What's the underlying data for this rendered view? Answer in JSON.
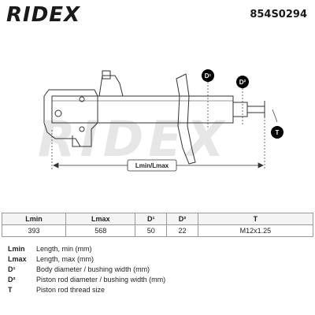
{
  "header": {
    "brand": "RIDEX",
    "part_number": "854S0294"
  },
  "drawing": {
    "watermark": "RIDEX",
    "callouts": {
      "d1": "D¹",
      "d2": "D²",
      "t": "T",
      "length": "Lmin/Lmax"
    }
  },
  "table": {
    "headers": [
      "Lmin",
      "Lmax",
      "D¹",
      "D²",
      "T"
    ],
    "values": [
      "393",
      "568",
      "50",
      "22",
      "M12x1.25"
    ]
  },
  "legend": [
    {
      "key": "Lmin",
      "desc": "Length, min (mm)"
    },
    {
      "key": "Lmax",
      "desc": "Length, max (mm)"
    },
    {
      "key": "D¹",
      "desc": "Body diameter / bushing width (mm)"
    },
    {
      "key": "D²",
      "desc": "Piston rod diameter / bushing width (mm)"
    },
    {
      "key": "T",
      "desc": "Piston rod thread size"
    }
  ],
  "colors": {
    "line": "#333333",
    "watermark": "#e6e6e6",
    "callout_fill": "#000000"
  }
}
